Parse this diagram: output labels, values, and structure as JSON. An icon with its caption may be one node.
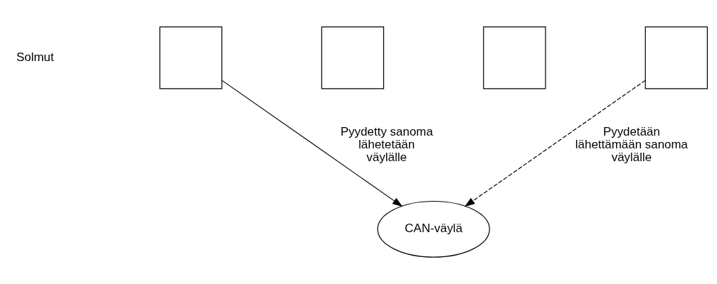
{
  "diagram": {
    "nodes": [
      {
        "text": [],
        "shape": "box"
      },
      {
        "text": [],
        "shape": "box"
      },
      {
        "text": [],
        "shape": "box"
      },
      {
        "text": [],
        "shape": "box"
      },
      {
        "text": [
          "CAN-väylä"
        ]
      }
    ],
    "edges": [
      {
        "from": 0,
        "to": 4,
        "arrow": "to",
        "label": "Pyydetty sanoma lähetetään väylälle"
      },
      {
        "from": 3,
        "to": 4,
        "arrow": "to",
        "style": "dashed",
        "label": "Pyydetään lähettämään sanoma väylälle"
      }
    ],
    "labels": [
      "Solmut"
    ]
  }
}
